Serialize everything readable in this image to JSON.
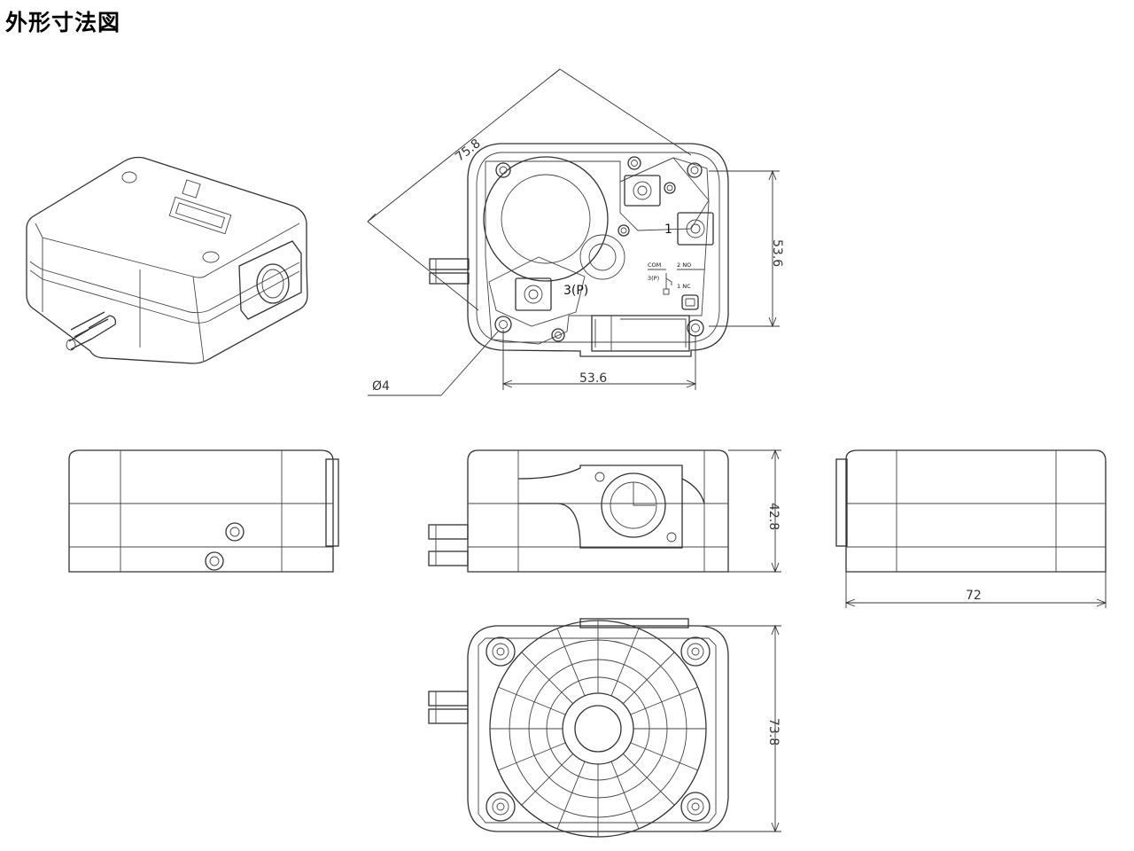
{
  "title": "外形寸法図",
  "dimensions": {
    "diagonal": "75.8",
    "height_front": "53.6",
    "width_front": "53.6",
    "hole_dia": "Ø4",
    "depth_side": "42.8",
    "width_right": "72",
    "height_bottom": "73.8"
  },
  "labels": {
    "terminal_1": "1",
    "terminal_3": "3(P)",
    "com": "COM",
    "no": "2 NO",
    "p3": "3(P)",
    "nc": "1 NC"
  }
}
